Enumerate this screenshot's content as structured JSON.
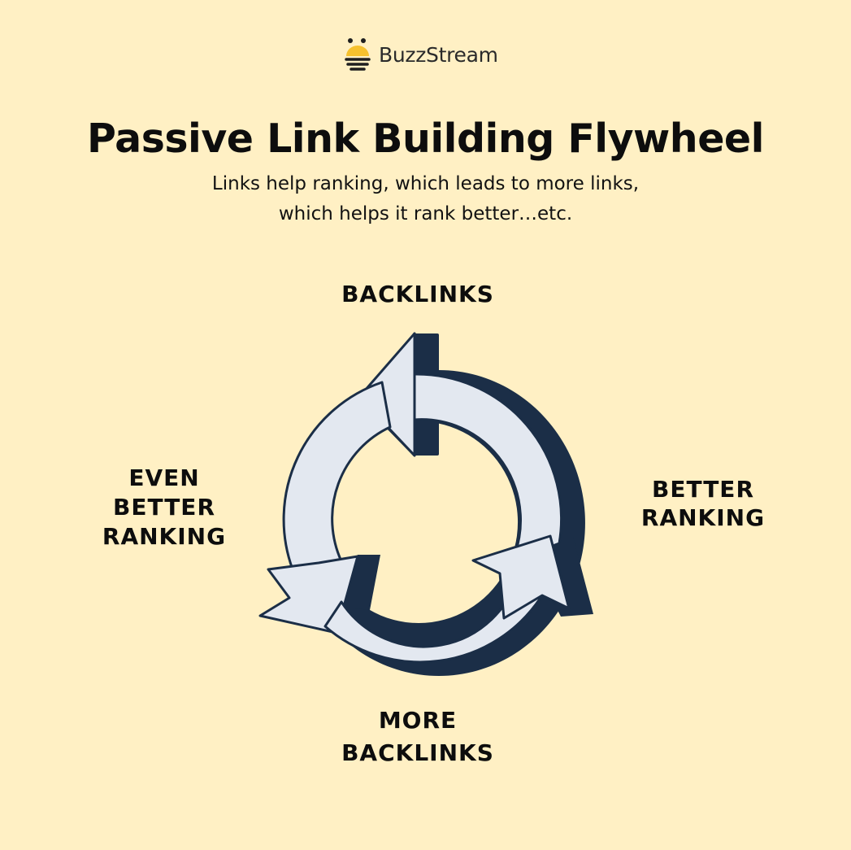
{
  "brand": {
    "name": "BuzzStream",
    "icon": "bee-icon"
  },
  "header": {
    "title": "Passive Link Building Flywheel",
    "subtitle_line1": "Links help ranking, which leads to more links,",
    "subtitle_line2": "which helps it rank better…etc."
  },
  "cycle": {
    "top": "BACKLINKS",
    "right_line1": "BETTER",
    "right_line2": "RANKING",
    "bottom_line1": "MORE",
    "bottom_line2": "BACKLINKS",
    "left_line1": "EVEN",
    "left_line2": "BETTER",
    "left_line3": "RANKING"
  },
  "colors": {
    "background": "#fff0c4",
    "arrow_fill": "#e3e8f0",
    "arrow_shadow": "#1b2e47",
    "logo_yellow": "#f6c12e",
    "text": "#0d0d0d"
  }
}
